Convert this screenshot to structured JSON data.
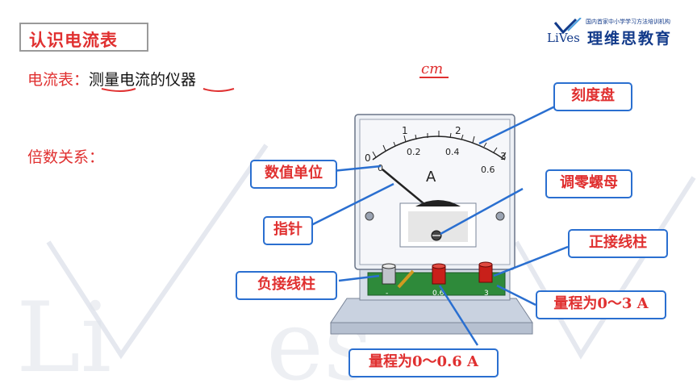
{
  "slide": {
    "title": "认识电流表",
    "definition_term": "电流表：",
    "definition_text": "测量电流的仪器",
    "ratio_label": "倍数关系：",
    "handwritten_note": "cm"
  },
  "logo": {
    "tagline": "国内首家中小学学习方法培训机构",
    "brand_mark": "LiVes",
    "name": "理维思教育"
  },
  "meter": {
    "unit_letter": "A",
    "scale_outer": [
      "0",
      "1",
      "2",
      "3"
    ],
    "scale_inner": [
      "0",
      "0.2",
      "0.4",
      "0.6"
    ],
    "terminal_labels": [
      "-",
      "0.6",
      "3"
    ]
  },
  "callouts": {
    "dial": "刻度盘",
    "unit": "数值单位",
    "zero_adjust": "调零螺母",
    "pointer": "指针",
    "positive_terminal": "正接线柱",
    "negative_terminal": "负接线柱",
    "range_3": "量程为0～3 A",
    "range_06": "量程为0～0.6 A"
  },
  "colors": {
    "red": "#e03030",
    "label_border": "#2a6fd0",
    "logo_blue": "#123a8a",
    "board_green": "#2e8a3a"
  }
}
